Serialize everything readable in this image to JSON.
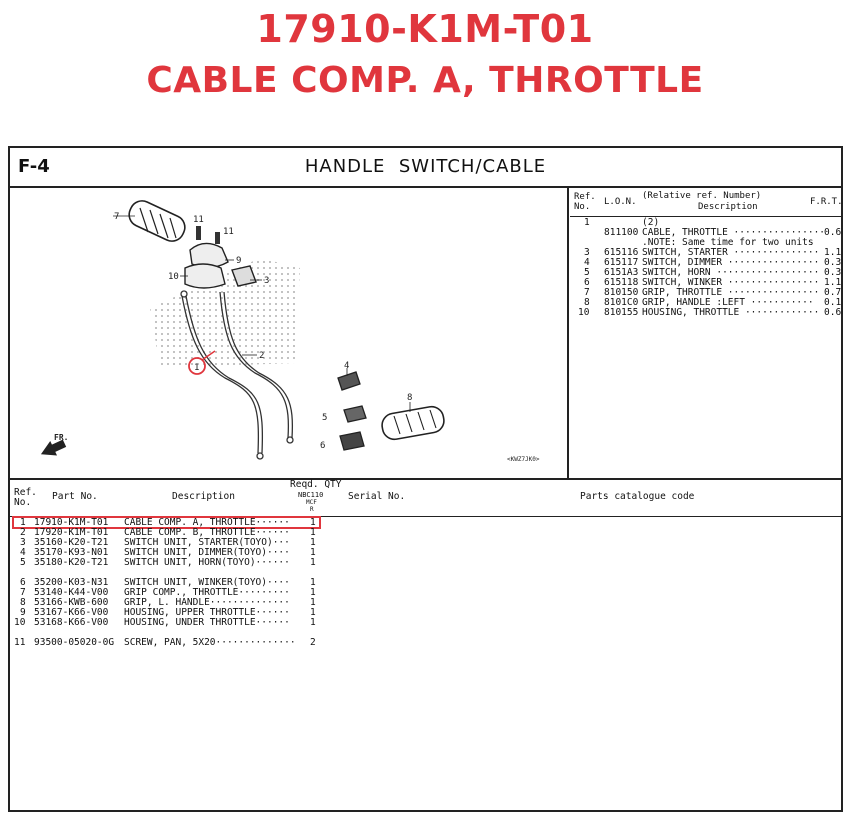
{
  "header": {
    "part_number": "17910-K1M-T01",
    "part_name": "CABLE COMP. A, THROTTLE"
  },
  "sheet": {
    "figure_number": "F-4",
    "title": "HANDLE  SWITCH/CABLE"
  },
  "figure": {
    "callouts": [
      "7",
      "11",
      "11",
      "9",
      "10",
      "3",
      "2",
      "1",
      "4",
      "8",
      "5",
      "6"
    ],
    "direction_label": "FR.",
    "drawing_code": "<KWZ7JK0>"
  },
  "ref_panel": {
    "headers": {
      "ref": "Ref.",
      "no": "No.",
      "lon": "L.O.N.",
      "relative": "(Relative ref. Number)",
      "description": "Description",
      "frt": "F.R.T."
    },
    "rows": [
      {
        "ref": "1",
        "lon": "",
        "desc": "(2)",
        "frt": ""
      },
      {
        "ref": "",
        "lon": "811100",
        "desc": "CABLE, THROTTLE ················",
        "frt": "0.6"
      },
      {
        "ref": "",
        "lon": "",
        "desc": ".NOTE: Same time for two units",
        "frt": ""
      },
      {
        "ref": "3",
        "lon": "615116",
        "desc": "SWITCH, STARTER ···············",
        "frt": "1.1"
      },
      {
        "ref": "4",
        "lon": "615117",
        "desc": "SWITCH, DIMMER ················",
        "frt": "0.3"
      },
      {
        "ref": "5",
        "lon": "6151A3",
        "desc": "SWITCH, HORN ··················",
        "frt": "0.3"
      },
      {
        "ref": "6",
        "lon": "615118",
        "desc": "SWITCH, WINKER ················",
        "frt": "1.1"
      },
      {
        "ref": "7",
        "lon": "810150",
        "desc": "GRIP, THROTTLE ················",
        "frt": "0.7"
      },
      {
        "ref": "8",
        "lon": "8101C0",
        "desc": "GRIP, HANDLE :LEFT ···········",
        "frt": "0.1"
      },
      {
        "ref": "10",
        "lon": "810155",
        "desc": "HOUSING, THROTTLE ·············",
        "frt": "0.6"
      }
    ]
  },
  "parts_table": {
    "headers": {
      "ref": "Ref.",
      "no": "No.",
      "part_no": "Part No.",
      "description": "Description",
      "reqd_qty": "Reqd. QTY",
      "model": "NBC110",
      "model_sub": "MCF",
      "model_sub2": "R",
      "serial": "Serial No.",
      "catalogue": "Parts catalogue code"
    },
    "rows": [
      {
        "ref": "1",
        "part_no": "17910-K1M-T01",
        "desc": "CABLE COMP. A, THROTTLE······",
        "qty": "1"
      },
      {
        "ref": "2",
        "part_no": "17920-K1M-T01",
        "desc": "CABLE COMP. B, THROTTLE······",
        "qty": "1"
      },
      {
        "ref": "3",
        "part_no": "35160-K20-T21",
        "desc": "SWITCH UNIT, STARTER(TOYO)···",
        "qty": "1"
      },
      {
        "ref": "4",
        "part_no": "35170-K93-N01",
        "desc": "SWITCH UNIT, DIMMER(TOYO)····",
        "qty": "1"
      },
      {
        "ref": "5",
        "part_no": "35180-K20-T21",
        "desc": "SWITCH UNIT, HORN(TOYO)······",
        "qty": "1"
      },
      {
        "ref": "6",
        "part_no": "35200-K03-N31",
        "desc": "SWITCH UNIT, WINKER(TOYO)····",
        "qty": "1"
      },
      {
        "ref": "7",
        "part_no": "53140-K44-V00",
        "desc": "GRIP COMP., THROTTLE·········",
        "qty": "1"
      },
      {
        "ref": "8",
        "part_no": "53166-KWB-600",
        "desc": "GRIP, L. HANDLE··············",
        "qty": "1"
      },
      {
        "ref": "9",
        "part_no": "53167-K66-V00",
        "desc": "HOUSING, UPPER THROTTLE······",
        "qty": "1"
      },
      {
        "ref": "10",
        "part_no": "53168-K66-V00",
        "desc": "HOUSING, UNDER THROTTLE······",
        "qty": "1"
      },
      {
        "ref": "11",
        "part_no": "93500-05020-0G",
        "desc": "SCREW, PAN, 5X20··············",
        "qty": "2"
      }
    ]
  },
  "colors": {
    "accent_red": "#e0363d"
  }
}
